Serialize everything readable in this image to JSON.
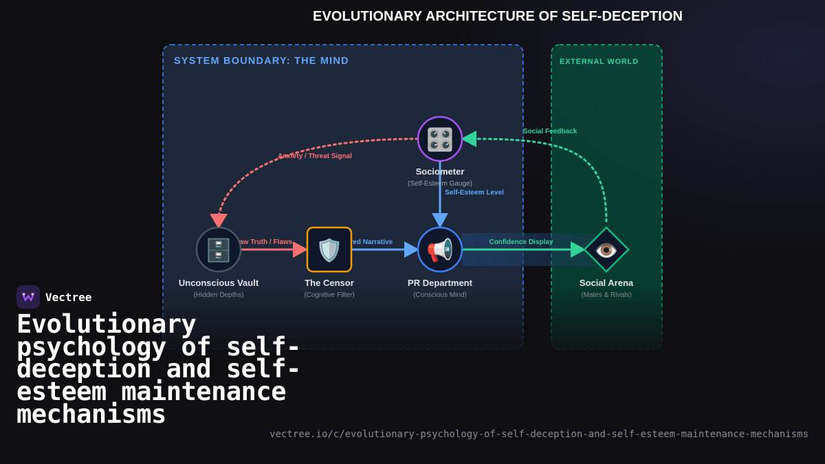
{
  "title": "EVOLUTIONARY ARCHITECTURE OF SELF-DECEPTION",
  "regions": {
    "mind": "SYSTEM BOUNDARY: THE MIND",
    "external": "EXTERNAL WORLD"
  },
  "nodes": {
    "vault": {
      "label": "Unconscious Vault",
      "sublabel": "(Hidden Depths)",
      "icon": "file-cabinet-icon",
      "glyph": "🗄️",
      "color": "#475569"
    },
    "censor": {
      "label": "The Censor",
      "sublabel": "(Cognitive Filter)",
      "icon": "shield-icon",
      "glyph": "🛡️",
      "color": "#f59e0b"
    },
    "pr": {
      "label": "PR Department",
      "sublabel": "(Conscious Mind)",
      "icon": "megaphone-icon",
      "glyph": "📢",
      "color": "#3b82f6"
    },
    "sociometer": {
      "label": "Sociometer",
      "sublabel": "(Self-Esteem Gauge)",
      "icon": "control-knobs-icon",
      "glyph": "🎛️",
      "color": "#a855f7"
    },
    "arena": {
      "label": "Social Arena",
      "sublabel": "(Mates & Rivals)",
      "icon": "eye-icon",
      "glyph": "👁️",
      "color": "#10b981"
    }
  },
  "edges": {
    "raw_truth": "Raw Truth / Flaws",
    "filtered": "Filtered Narrative",
    "confidence": "Confidence Display",
    "feedback": "Social Feedback",
    "esteem": "Self-Esteem Level",
    "anxiety": "Anxiety / Threat Signal"
  },
  "colors": {
    "red": "#f87171",
    "blue": "#60a5fa",
    "green": "#34d399"
  },
  "brand": {
    "name": "Vectree"
  },
  "headline": "Evolutionary psychology of self-deception and self-esteem maintenance mechanisms",
  "url": "vectree.io/c/evolutionary-psychology-of-self-deception-and-self-esteem-maintenance-mechanisms"
}
